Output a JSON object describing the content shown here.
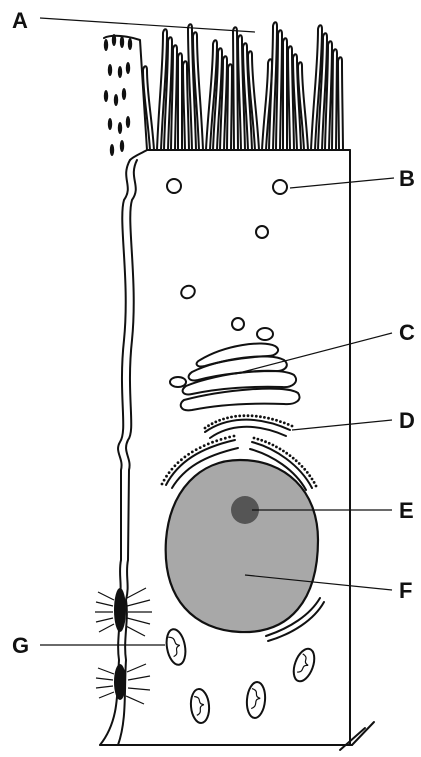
{
  "labels": {
    "a": "A",
    "b": "B",
    "c": "C",
    "d": "D",
    "e": "E",
    "f": "F",
    "g": "G"
  },
  "colors": {
    "ink": "#111111",
    "nucleus": "#a8a8a8",
    "nucleolus": "#555555",
    "background": "#ffffff"
  }
}
